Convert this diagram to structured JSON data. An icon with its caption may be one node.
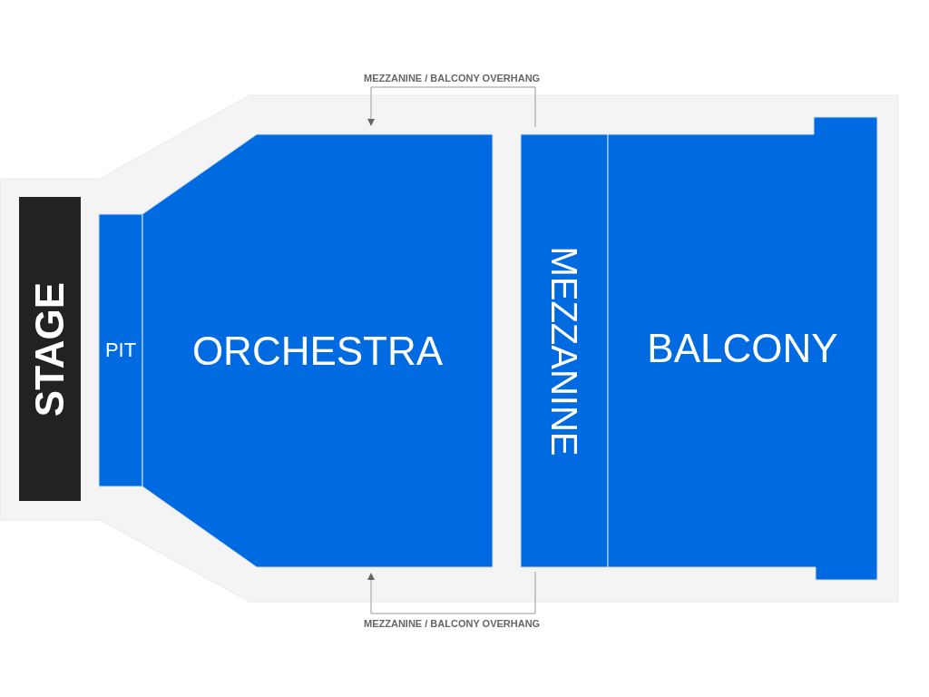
{
  "diagram": {
    "nodes": [
      {
        "text": [
          "STAGE"
        ]
      },
      {
        "text": [
          "PIT"
        ]
      },
      {
        "text": [
          "ORCHESTRA"
        ]
      },
      {
        "text": [
          "MEZZANINE"
        ]
      },
      {
        "text": [
          "BALCONY"
        ]
      }
    ],
    "labels": [
      "MEZZANINE / BALCONY OVERHANG",
      "MEZZANINE / BALCONY OVERHANG"
    ]
  }
}
